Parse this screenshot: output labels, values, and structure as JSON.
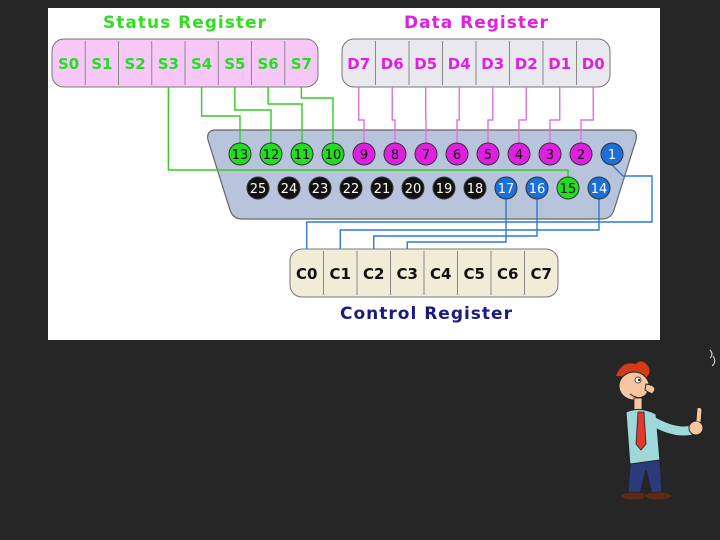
{
  "status_register": {
    "title": "Status Register",
    "bits": [
      "S0",
      "S1",
      "S2",
      "S3",
      "S4",
      "S5",
      "S6",
      "S7"
    ],
    "title_color": "#33dd22",
    "fill_color": "#f7c8f7"
  },
  "data_register": {
    "title": "Data Register",
    "bits": [
      "D7",
      "D6",
      "D5",
      "D4",
      "D3",
      "D2",
      "D1",
      "D0"
    ],
    "title_color": "#e020e0",
    "fill_color": "#e8e8ee"
  },
  "control_register": {
    "title": "Control Register",
    "bits": [
      "C0",
      "C1",
      "C2",
      "C3",
      "C4",
      "C5",
      "C6",
      "C7"
    ],
    "title_color": "#1a1a80",
    "fill_color": "#f0ecd8"
  },
  "connector": {
    "top_row": [
      "13",
      "12",
      "11",
      "10",
      "9",
      "8",
      "7",
      "6",
      "5",
      "4",
      "3",
      "2",
      "1"
    ],
    "bottom_row": [
      "25",
      "24",
      "23",
      "22",
      "21",
      "20",
      "19",
      "18",
      "17",
      "16",
      "15",
      "14"
    ],
    "fill_color": "#b8c4dc"
  },
  "colors": {
    "status_pin": "#22dd22",
    "data_pin": "#e020e0",
    "control_pin": "#1a6fd8",
    "ground_pin": "#111111",
    "status_wire": "#33cc22",
    "data_wire": "#e070e0",
    "control_wire": "#2a7ad8",
    "background": "#262626"
  },
  "icons": [
    "cartoon-man-thumbs-up-icon"
  ]
}
